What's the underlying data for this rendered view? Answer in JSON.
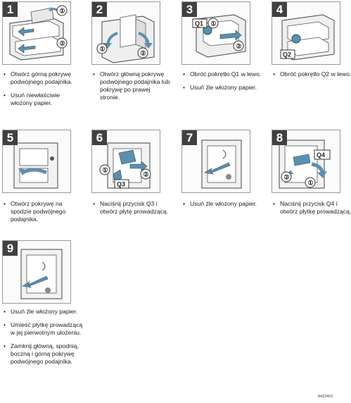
{
  "steps": [
    {
      "number": "1",
      "bullets": [
        "Otwórz górną pokrywę podwójnego podajnika.",
        "Usuń niewłaściwie włożony papier."
      ],
      "labels": [
        "①",
        "②"
      ]
    },
    {
      "number": "2",
      "bullets": [
        "Otwórz główną pokrywę podwójnego podajnika lub pokrywę po prawej stronie."
      ],
      "labels": [
        "①",
        "②"
      ]
    },
    {
      "number": "3",
      "bullets": [
        "Obróć pokrętło Q1 w lewo.",
        "Usuń źle włożony papier."
      ],
      "labels": [
        "Q1",
        "①",
        "②"
      ]
    },
    {
      "number": "4",
      "bullets": [
        "Obróć pokrętło Q2 w lewo."
      ],
      "labels": [
        "Q2"
      ]
    },
    {
      "number": "5",
      "bullets": [
        "Otwórz pokrywę na spodzie podwójnego podajnika."
      ],
      "labels": []
    },
    {
      "number": "6",
      "bullets": [
        "Naciśnij przycisk Q3 i otwórz płytę prowadzącą."
      ],
      "labels": [
        "①",
        "②",
        "Q3"
      ]
    },
    {
      "number": "7",
      "bullets": [
        "Usuń źle włożony papier."
      ],
      "labels": []
    },
    {
      "number": "8",
      "bullets": [
        "Naciśnij przycisk Q4 i otwórz płytkę prowadzącą."
      ],
      "labels": [
        "Q4",
        "①",
        "②"
      ]
    },
    {
      "number": "9",
      "bullets": [
        "Usuń źle włożony papier.",
        "Umieść płytkę prowadzącą w jej pierwotnym ułożeniu.",
        "Zamknij główną, spodnią, boczną i górną pokrywę podwójnego podajnika."
      ],
      "labels": []
    }
  ],
  "figure_code": "BAZ046S",
  "colors": {
    "arrow": "#5b8fb0",
    "badge": "#404040",
    "frame": "#9a9a9a"
  }
}
